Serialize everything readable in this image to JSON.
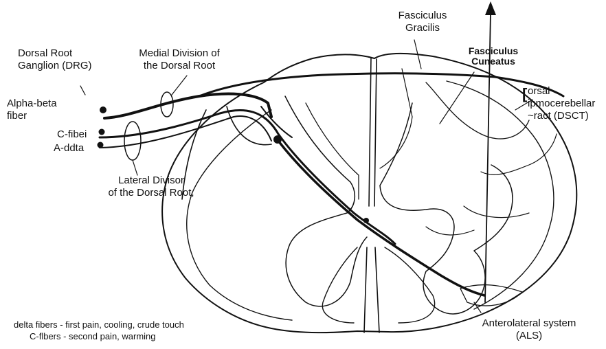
{
  "labels": {
    "fasciculus_gracilis": [
      "Fasciculus",
      "Gracilis"
    ],
    "fasciculus_cuneatus": [
      "Fasciculus",
      "Cuneatus"
    ],
    "dorsal_root_ganglion": [
      "Dorsal Root",
      "Ganglion (DRG)"
    ],
    "medial_division": [
      "Medial Division of",
      "the Dorsal Root"
    ],
    "alpha_beta_fiber": [
      "Alpha-beta",
      "fiber"
    ],
    "c_fiber": "C-fibei",
    "a_delta": "A-ddta",
    "lateral_division": [
      "Lateral Divisor",
      "of the Dorsal Root,"
    ],
    "dsct": [
      "orsal",
      "ipmocerebellar",
      "~ract (DSCT)"
    ],
    "dsct_bracket": "[",
    "anterolateral_system": [
      "Anterolateral system",
      "(ALS)"
    ],
    "legend": [
      "delta fibers - first pain, cooling, crude touch",
      "C-flbers - second pain, warming"
    ]
  },
  "colors": {
    "ink": "#111111",
    "background": "#ffffff"
  }
}
